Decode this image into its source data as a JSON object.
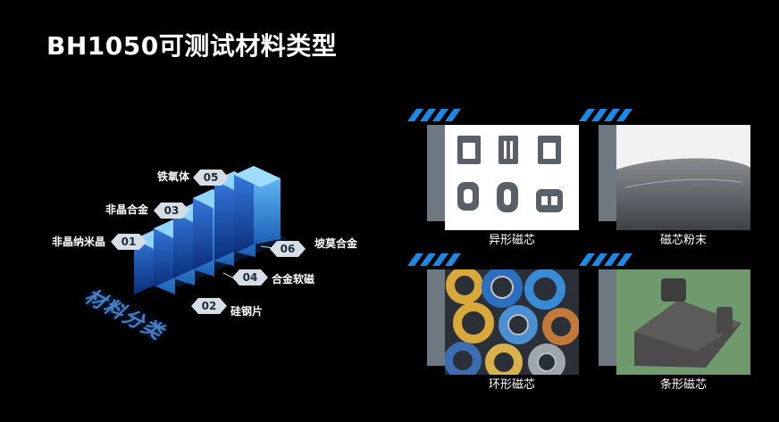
{
  "title": "BH1050可测试材料类型",
  "category_label": "材料分类",
  "materials": [
    {
      "num": "01",
      "name": "非晶纳米晶"
    },
    {
      "num": "02",
      "name": "硅钢片"
    },
    {
      "num": "03",
      "name": "非晶合金"
    },
    {
      "num": "04",
      "name": "合金软磁"
    },
    {
      "num": "05",
      "name": "铁氧体"
    },
    {
      "num": "06",
      "name": "坡莫合金"
    }
  ],
  "samples": [
    {
      "caption": "异形磁芯"
    },
    {
      "caption": "磁芯粉末"
    },
    {
      "caption": "环形磁芯"
    },
    {
      "caption": "条形磁芯"
    }
  ],
  "colors": {
    "background": "#000000",
    "accent": "#1e88e5",
    "bar_light": "#4aa8f0",
    "bar_dark": "#0b3f9a",
    "diamond": "#d7dde4",
    "panel": "#6e7880"
  }
}
